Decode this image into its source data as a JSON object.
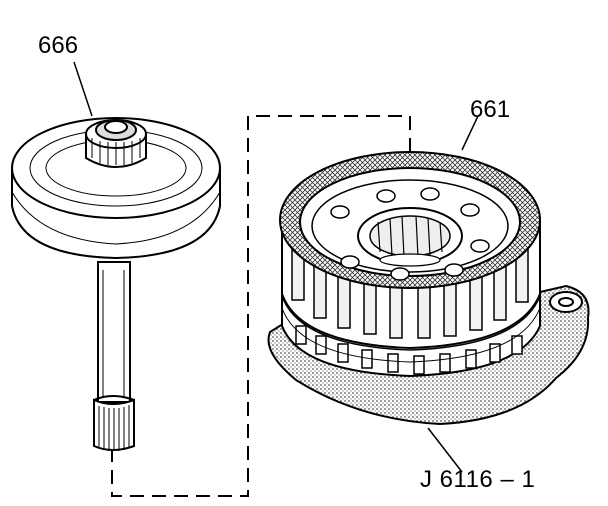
{
  "labels": {
    "part_666": "666",
    "part_661": "661",
    "tool": "J 6116 – 1"
  },
  "colors": {
    "ink": "#000000",
    "paper": "#ffffff",
    "fixture_fill": "#d9d9d9"
  }
}
